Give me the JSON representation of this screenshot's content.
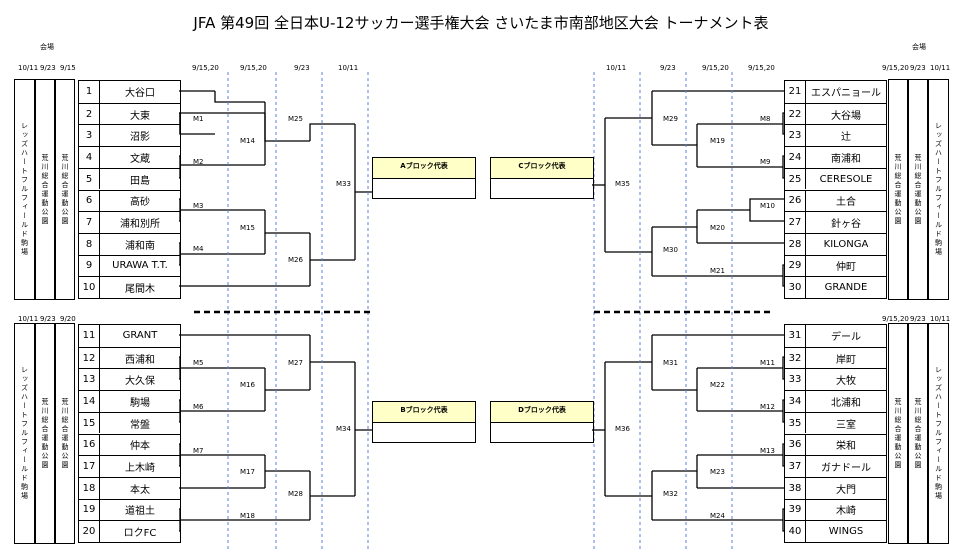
{
  "title": "JFA 第49回 全日本U-12サッカー選手権大会 さいたま市南部地区大会 トーナメント表",
  "venue_label": "会場",
  "dates_top_left": [
    "10/11",
    "9/23",
    "9/15"
  ],
  "dates_top_right": [
    "9/15,20",
    "9/23",
    "10/11"
  ],
  "dates_bracket_left": [
    "9/15,20",
    "9/15,20",
    "9/23",
    "10/11"
  ],
  "dates_bracket_right": [
    "10/11",
    "9/23",
    "9/15,20",
    "9/15,20"
  ],
  "dates_bottom_left": [
    "10/11",
    "9/23",
    "9/20"
  ],
  "dates_bottom_right": [
    "9/15,20",
    "9/23",
    "10/11"
  ],
  "venues": {
    "reds": "レッズハートフルフィールド駒場",
    "arakawa": "荒川総合運動公園"
  },
  "teams_left_top": [
    {
      "no": "1",
      "name": "大谷口"
    },
    {
      "no": "2",
      "name": "大東"
    },
    {
      "no": "3",
      "name": "沼影"
    },
    {
      "no": "4",
      "name": "文蔵"
    },
    {
      "no": "5",
      "name": "田島"
    },
    {
      "no": "6",
      "name": "高砂"
    },
    {
      "no": "7",
      "name": "浦和別所"
    },
    {
      "no": "8",
      "name": "浦和南"
    },
    {
      "no": "9",
      "name": "URAWA T.T."
    },
    {
      "no": "10",
      "name": "尾間木"
    }
  ],
  "teams_left_bottom": [
    {
      "no": "11",
      "name": "GRANT"
    },
    {
      "no": "12",
      "name": "西浦和"
    },
    {
      "no": "13",
      "name": "大久保"
    },
    {
      "no": "14",
      "name": "駒場"
    },
    {
      "no": "15",
      "name": "常盤"
    },
    {
      "no": "16",
      "name": "仲本"
    },
    {
      "no": "17",
      "name": "上木崎"
    },
    {
      "no": "18",
      "name": "本太"
    },
    {
      "no": "19",
      "name": "道祖土"
    },
    {
      "no": "20",
      "name": "ロクFC"
    }
  ],
  "teams_right_top": [
    {
      "no": "21",
      "name": "エスパニョール"
    },
    {
      "no": "22",
      "name": "大谷場"
    },
    {
      "no": "23",
      "name": "辻"
    },
    {
      "no": "24",
      "name": "南浦和"
    },
    {
      "no": "25",
      "name": "CERESOLE"
    },
    {
      "no": "26",
      "name": "土合"
    },
    {
      "no": "27",
      "name": "針ヶ谷"
    },
    {
      "no": "28",
      "name": "KILONGA"
    },
    {
      "no": "29",
      "name": "仲町"
    },
    {
      "no": "30",
      "name": "GRANDE"
    }
  ],
  "teams_right_bottom": [
    {
      "no": "31",
      "name": "デール"
    },
    {
      "no": "32",
      "name": "岸町"
    },
    {
      "no": "33",
      "name": "大牧"
    },
    {
      "no": "34",
      "name": "北浦和"
    },
    {
      "no": "35",
      "name": "三室"
    },
    {
      "no": "36",
      "name": "栄和"
    },
    {
      "no": "37",
      "name": "ガナドール"
    },
    {
      "no": "38",
      "name": "大門"
    },
    {
      "no": "39",
      "name": "木崎"
    },
    {
      "no": "40",
      "name": "WINGS"
    }
  ],
  "blocks": {
    "a": "Aブロック代表",
    "b": "Bブロック代表",
    "c": "Cブロック代表",
    "d": "Dブロック代表"
  },
  "matches": {
    "m1": "M1",
    "m2": "M2",
    "m3": "M3",
    "m4": "M4",
    "m5": "M5",
    "m6": "M6",
    "m7": "M7",
    "m8": "M8",
    "m9": "M9",
    "m10": "M10",
    "m11": "M11",
    "m12": "M12",
    "m13": "M13",
    "m14": "M14",
    "m15": "M15",
    "m16": "M16",
    "m17": "M17",
    "m18": "M18",
    "m19": "M19",
    "m20": "M20",
    "m21": "M21",
    "m22": "M22",
    "m23": "M23",
    "m24": "M24",
    "m25": "M25",
    "m26": "M26",
    "m27": "M27",
    "m28": "M28",
    "m29": "M29",
    "m30": "M30",
    "m31": "M31",
    "m32": "M32",
    "m33": "M33",
    "m34": "M34",
    "m35": "M35",
    "m36": "M36"
  }
}
